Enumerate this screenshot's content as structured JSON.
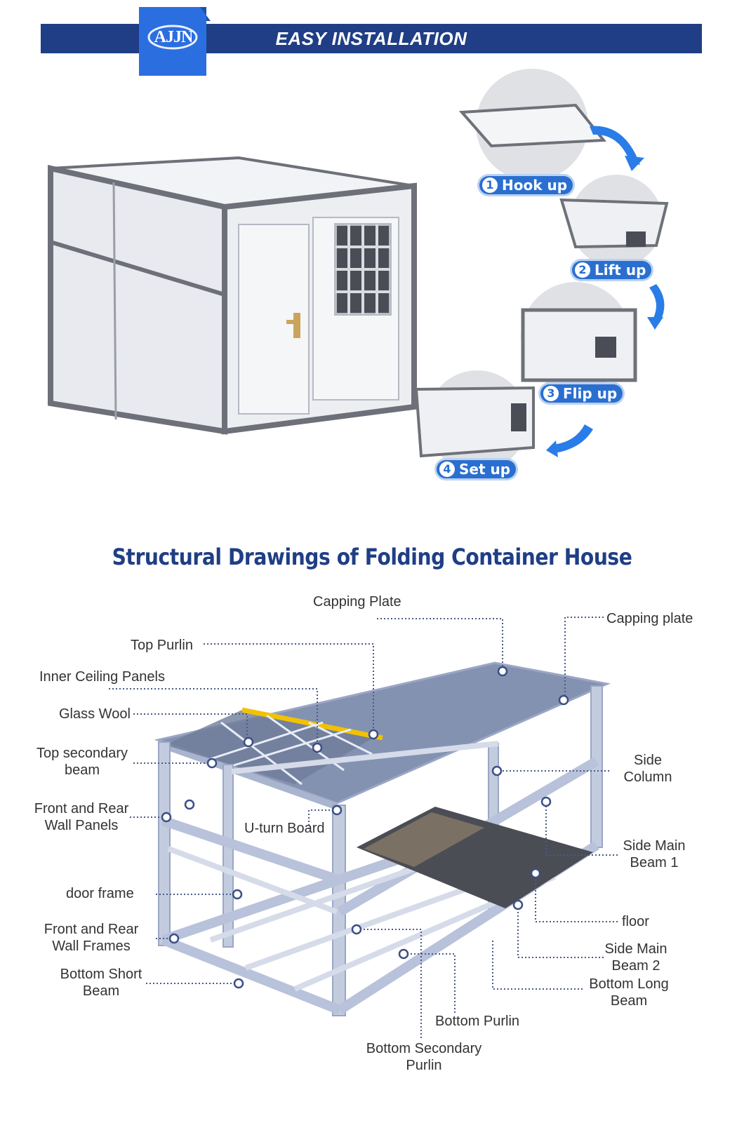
{
  "header": {
    "logo_text": "AJJN",
    "title": "EASY INSTALLATION"
  },
  "steps": [
    {
      "num": "1",
      "label": "Hook up"
    },
    {
      "num": "2",
      "label": "Lift up"
    },
    {
      "num": "3",
      "label": "Flip up"
    },
    {
      "num": "4",
      "label": "Set up"
    }
  ],
  "structure": {
    "title": "Structural Drawings of Folding Container House",
    "labels": {
      "capping_plate_top": "Capping Plate",
      "capping_plate_right": "Capping plate",
      "top_purlin": "Top Purlin",
      "inner_ceiling_panels": "Inner Ceiling Panels",
      "glass_wool": "Glass Wool",
      "top_secondary_beam_1": "Top secondary",
      "top_secondary_beam_2": "beam",
      "front_rear_wall_panels_1": "Front and Rear",
      "front_rear_wall_panels_2": "Wall Panels",
      "u_turn_board": "U-turn Board",
      "door_frame": "door frame",
      "front_rear_wall_frames_1": "Front and Rear",
      "front_rear_wall_frames_2": "Wall Frames",
      "bottom_short_beam_1": "Bottom Short",
      "bottom_short_beam_2": "Beam",
      "side_column_1": "Side",
      "side_column_2": "Column",
      "side_main_beam_1_a": "Side Main",
      "side_main_beam_1_b": "Beam 1",
      "floor": "floor",
      "side_main_beam_2_a": "Side Main",
      "side_main_beam_2_b": "Beam 2",
      "bottom_long_beam_1": "Bottom Long",
      "bottom_long_beam_2": "Beam",
      "bottom_purlin": "Bottom Purlin",
      "bottom_secondary_purlin_1": "Bottom Secondary",
      "bottom_secondary_purlin_2": "Purlin"
    }
  },
  "colors": {
    "brand_navy": "#1f3e85",
    "step_blue": "#2a6fd0",
    "frame_steel": "#b4c0dc",
    "roof_slate": "#7f8eae"
  }
}
